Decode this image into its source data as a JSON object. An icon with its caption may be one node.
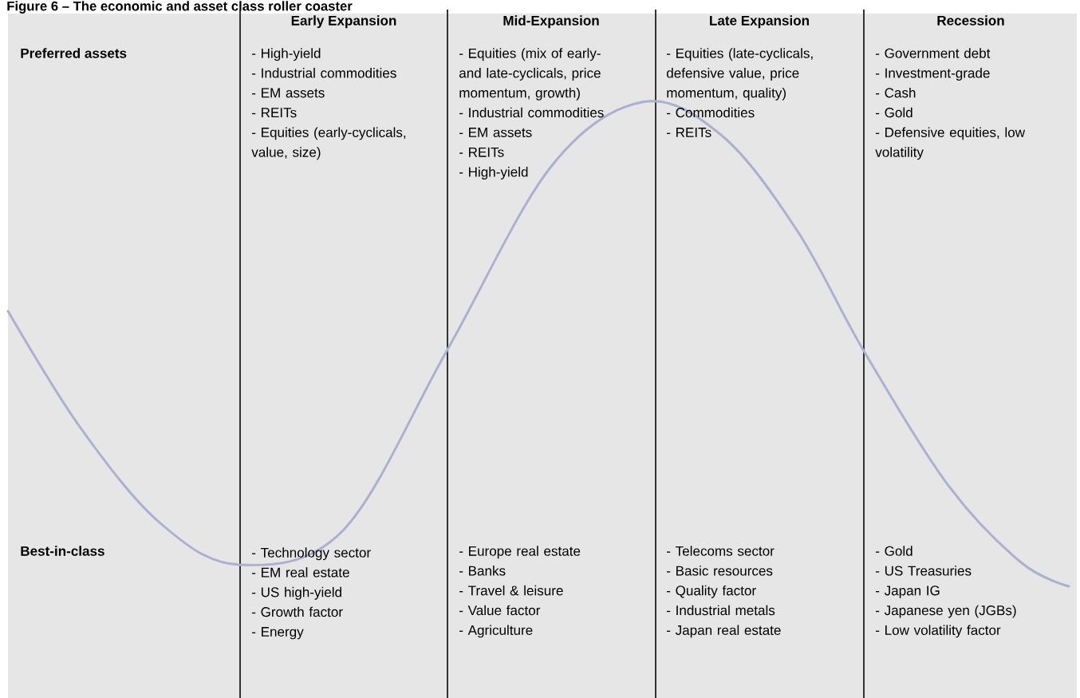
{
  "diagram": {
    "title": "Figure 6 – The economic and asset class roller coaster",
    "labels": [
      "Early Expansion",
      "Mid-Expansion",
      "Late Expansion",
      "Recession",
      "Preferred assets",
      "- High-yield",
      "- Industrial commodities",
      "- EM assets",
      "- REITs",
      "- Equities (early-cyclicals, value, size)",
      "- Equities (mix of early- and late-cyclicals, price momentum, growth)",
      "- Industrial commodities",
      "- EM assets",
      "- REITs",
      "- High-yield",
      "- Equities (late-cyclicals, defensive value, price momentum, quality)",
      "- Commodities",
      "- REITs",
      "- Government debt",
      "- Investment-grade",
      "- Cash",
      "- Gold",
      "- Defensive equities, low volatility",
      "Best-in-class",
      "- Technology sector",
      "- EM real estate",
      "- US high-yield",
      "- Growth factor",
      "- Energy",
      "- Europe real estate",
      "- Banks",
      "- Travel & leisure",
      "- Value factor",
      "- Agriculture",
      "- Telecoms sector",
      "- Basic resources",
      "- Quality factor",
      "- Industrial metals",
      "- Japan real estate",
      "- Gold",
      "- US Treasuries",
      "- Japan IG",
      "- Japanese yen (JGBs)",
      "- Low volatility factor"
    ]
  }
}
